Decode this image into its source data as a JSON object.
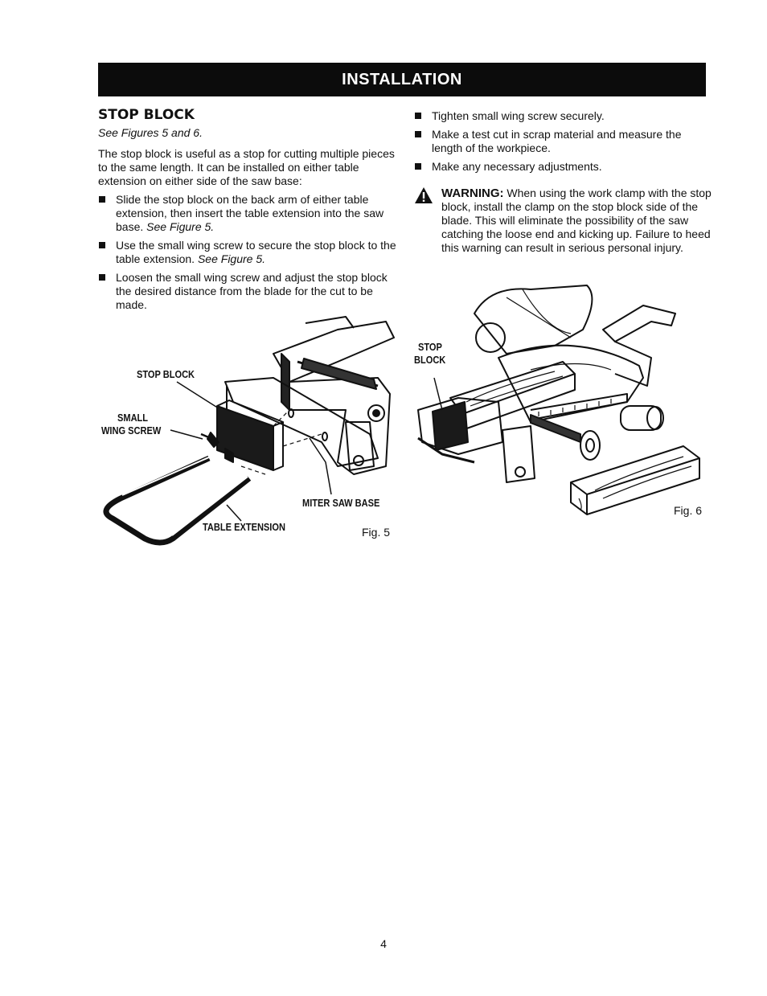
{
  "banner": {
    "title": "INSTALLATION"
  },
  "left": {
    "heading": "STOP BLOCK",
    "subref": "See Figures 5 and 6.",
    "intro": "The stop block is useful as a stop for cutting multiple pieces to the same length. It can be installed on either table extension on either side of the saw base:",
    "bullets": [
      {
        "text": "Slide the stop block on the back arm of either table extension, then insert the table extension into the saw base.",
        "ref": "See Figure 5."
      },
      {
        "text": "Use the small wing screw to secure the stop block to the table extension.",
        "ref": "See Figure 5."
      },
      {
        "text": "Loosen the small wing screw and adjust the stop block the desired distance from the blade for the cut to be made.",
        "ref": ""
      }
    ]
  },
  "right": {
    "bullets": [
      {
        "text": "Tighten small wing screw securely."
      },
      {
        "text": "Make a test cut in scrap material and measure the length of the workpiece."
      },
      {
        "text": "Make any necessary adjustments."
      }
    ],
    "warning": {
      "label": "WARNING:",
      "text": "When using the work clamp with the stop block, install the clamp on the stop block side of the blade. This will eliminate the possibility of the saw catching the loose end and kicking up. Failure to heed this warning can result in serious personal injury."
    }
  },
  "fig5": {
    "labels": {
      "stop_block": "STOP BLOCK",
      "small": "SMALL",
      "wing_screw": "WING SCREW",
      "miter_saw_base": "MITER SAW BASE",
      "table_extension": "TABLE EXTENSION"
    },
    "caption": "Fig. 5"
  },
  "fig6": {
    "labels": {
      "stop": "STOP",
      "block": "BLOCK"
    },
    "caption": "Fig. 6"
  },
  "page": {
    "number": "4"
  }
}
